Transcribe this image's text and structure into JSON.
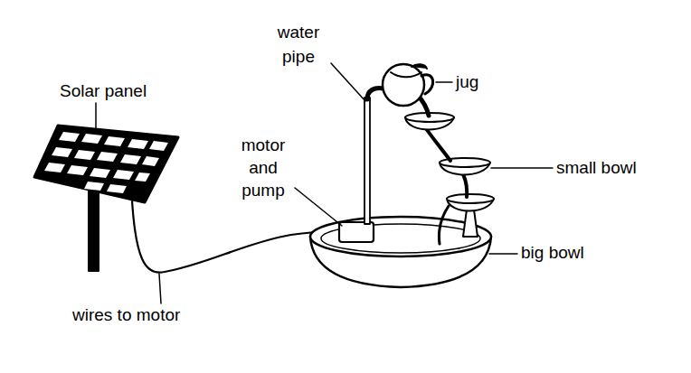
{
  "diagram": {
    "labels": [
      "Solar panel",
      "water pipe",
      "jug",
      "motor and pump",
      "small bowl",
      "big bowl",
      "wires to motor"
    ]
  }
}
